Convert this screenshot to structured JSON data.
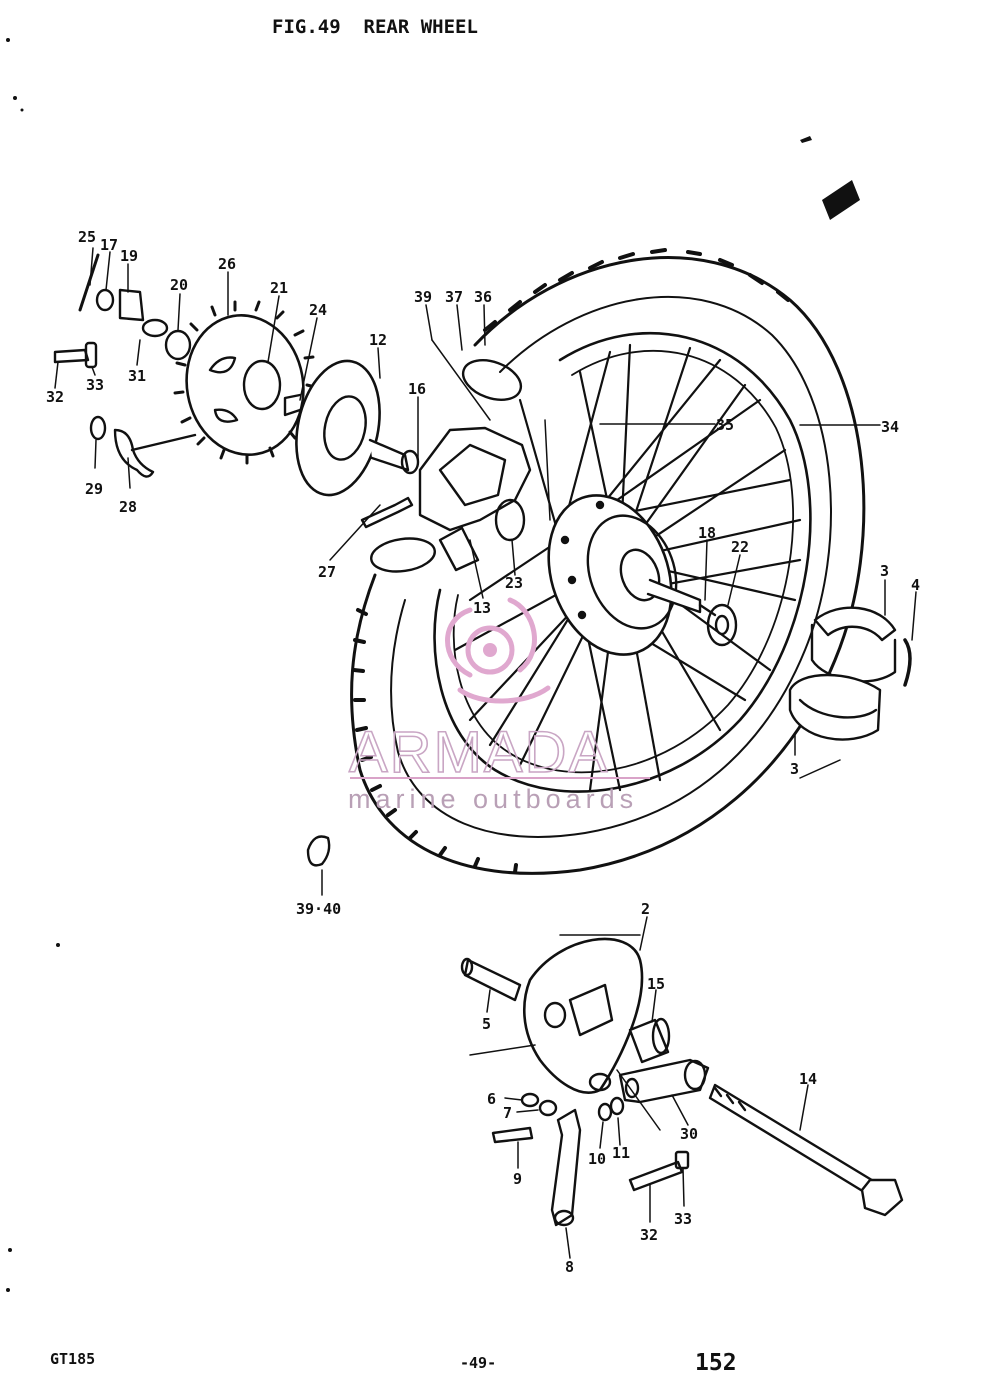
{
  "title": "FIG.49  REAR WHEEL",
  "watermark": {
    "brand": "ARMADA",
    "tagline": "marine outboards",
    "color": "#e0a8cf"
  },
  "footer": {
    "model": "GT185",
    "page_marker": "-49-",
    "page_number": "152"
  },
  "callouts": [
    {
      "id": "25",
      "text": "25"
    },
    {
      "id": "17",
      "text": "17"
    },
    {
      "id": "19",
      "text": "19"
    },
    {
      "id": "20",
      "text": "20"
    },
    {
      "id": "26",
      "text": "26"
    },
    {
      "id": "21",
      "text": "21"
    },
    {
      "id": "24",
      "text": "24"
    },
    {
      "id": "12",
      "text": "12"
    },
    {
      "id": "39a",
      "text": "39"
    },
    {
      "id": "37",
      "text": "37"
    },
    {
      "id": "36",
      "text": "36"
    },
    {
      "id": "16",
      "text": "16"
    },
    {
      "id": "32a",
      "text": "32"
    },
    {
      "id": "33a",
      "text": "33"
    },
    {
      "id": "31",
      "text": "31"
    },
    {
      "id": "29",
      "text": "29"
    },
    {
      "id": "28",
      "text": "28"
    },
    {
      "id": "35",
      "text": "35"
    },
    {
      "id": "34",
      "text": "34"
    },
    {
      "id": "18",
      "text": "18"
    },
    {
      "id": "22",
      "text": "22"
    },
    {
      "id": "27",
      "text": "27"
    },
    {
      "id": "23",
      "text": "23"
    },
    {
      "id": "13",
      "text": "13"
    },
    {
      "id": "3a",
      "text": "3"
    },
    {
      "id": "4",
      "text": "4"
    },
    {
      "id": "3b",
      "text": "3"
    },
    {
      "id": "3940",
      "text": "39·40"
    },
    {
      "id": "2",
      "text": "2"
    },
    {
      "id": "15",
      "text": "15"
    },
    {
      "id": "5",
      "text": "5"
    },
    {
      "id": "14",
      "text": "14"
    },
    {
      "id": "6",
      "text": "6"
    },
    {
      "id": "7",
      "text": "7"
    },
    {
      "id": "10",
      "text": "10"
    },
    {
      "id": "11",
      "text": "11"
    },
    {
      "id": "30",
      "text": "30"
    },
    {
      "id": "9",
      "text": "9"
    },
    {
      "id": "32b",
      "text": "32"
    },
    {
      "id": "33b",
      "text": "33"
    },
    {
      "id": "8",
      "text": "8"
    }
  ]
}
